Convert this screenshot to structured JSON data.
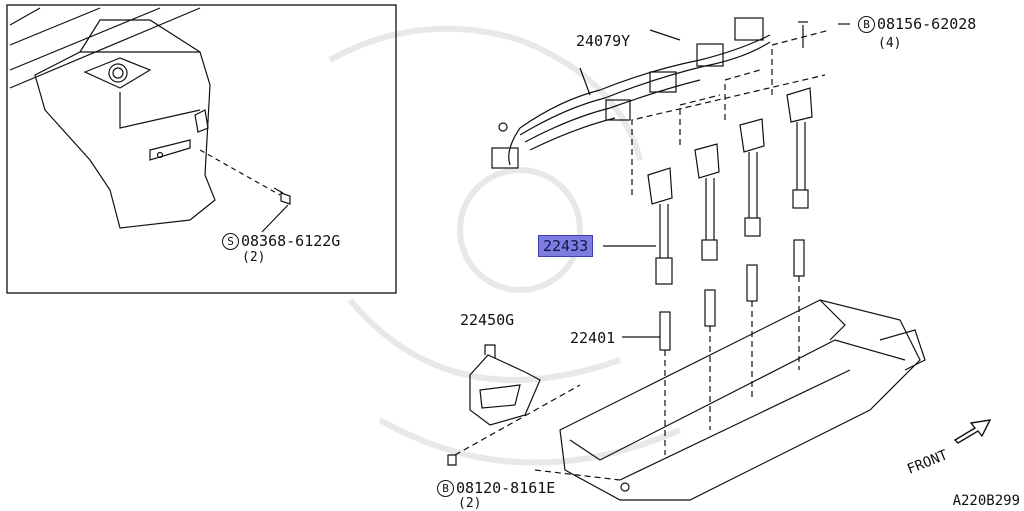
{
  "diagram": {
    "code": "A220B299",
    "front_label": "FRONT"
  },
  "callouts": {
    "harness": {
      "part": "24079Y"
    },
    "coil": {
      "part": "22433"
    },
    "plug": {
      "part": "22401"
    },
    "bracket": {
      "part": "22450G"
    },
    "bolt_top": {
      "prefix": "B",
      "part": "08156-62028",
      "qty": "(4)"
    },
    "bolt_bracket": {
      "prefix": "B",
      "part": "08120-8161E",
      "qty": "(2)"
    },
    "screw_inset": {
      "prefix": "S",
      "part": "08368-6122G",
      "qty": "(2)"
    }
  },
  "colors": {
    "highlight": "#7b7ee0",
    "line": "#111111"
  }
}
